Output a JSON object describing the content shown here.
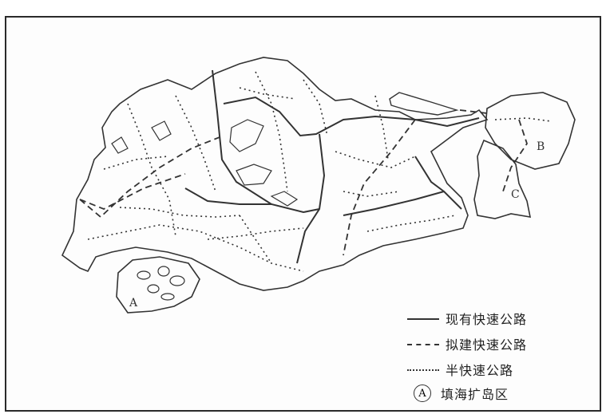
{
  "legend": {
    "existing_expressway": "现有快速公路",
    "planned_expressway": "拟建快速公路",
    "semi_expressway": "半快速公路",
    "reclamation_badge": "A",
    "reclamation_area": "填海扩岛区"
  },
  "map_labels": {
    "area_a": "A",
    "area_b": "B",
    "area_c": "C"
  },
  "colors": {
    "ink": "#333333",
    "paper": "#fdfdfd"
  }
}
